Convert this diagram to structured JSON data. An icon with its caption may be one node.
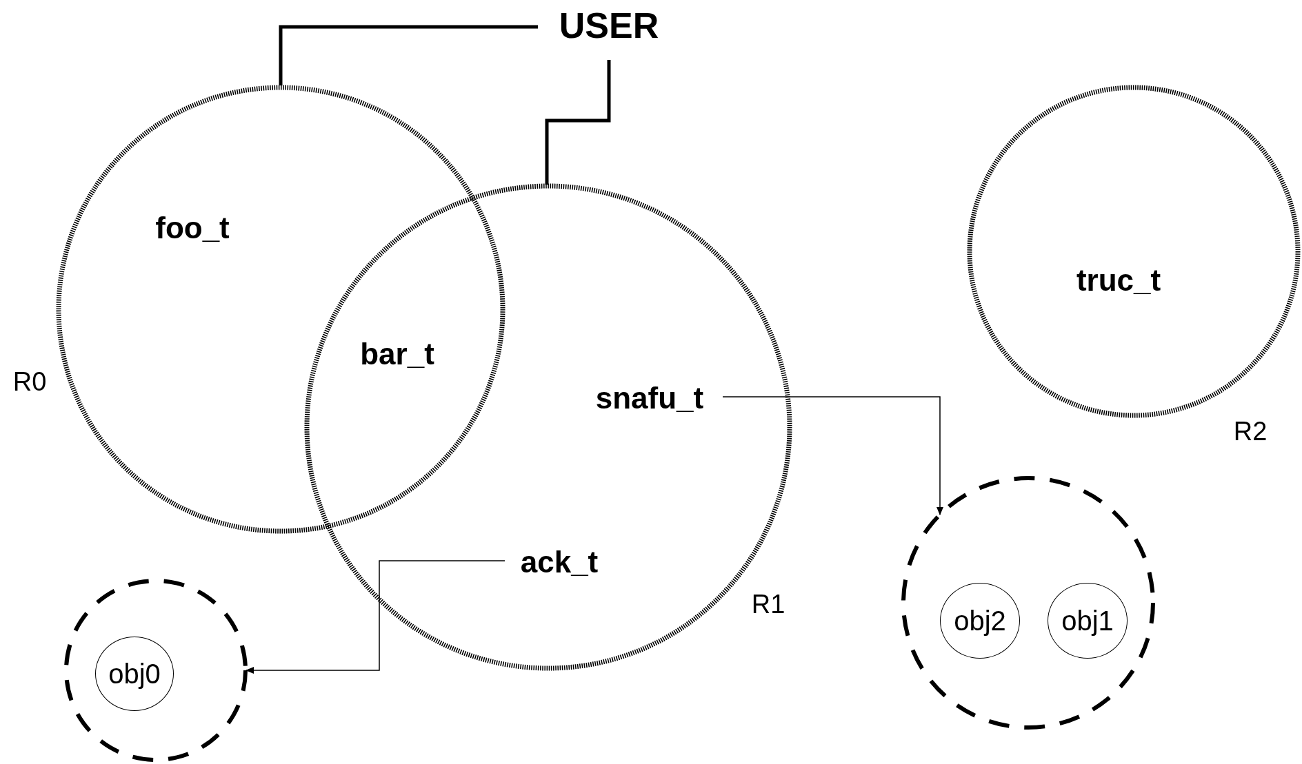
{
  "diagram": {
    "nodes": [
      {
        "text": [
          "USER"
        ]
      },
      {
        "text": [
          "R0",
          "foo_t"
        ]
      },
      {
        "text": [
          "R1"
        ]
      },
      {
        "text": [
          "snafu_t"
        ],
        "in": 2
      },
      {
        "text": [
          "ack_t"
        ],
        "in": 2
      },
      {
        "text": [
          "truc_t",
          "R2"
        ]
      },
      {
        "text": [],
        "shape": "circle"
      },
      {
        "text": [
          "obj0"
        ],
        "in": 6
      },
      {
        "text": [],
        "shape": "circle"
      },
      {
        "text": [
          "obj2"
        ],
        "in": 8
      },
      {
        "text": [
          "obj1"
        ],
        "in": 8
      }
    ],
    "edges": [
      {
        "from": 0,
        "to": 1,
        "arrow": "none",
        "style": "thick"
      },
      {
        "from": 0,
        "to": 2,
        "arrow": "none",
        "style": "thick"
      },
      {
        "from": 3,
        "to": 8,
        "arrow": "to"
      },
      {
        "from": 4,
        "to": 6,
        "arrow": "to"
      }
    ],
    "labels": [
      "bar_t"
    ]
  }
}
